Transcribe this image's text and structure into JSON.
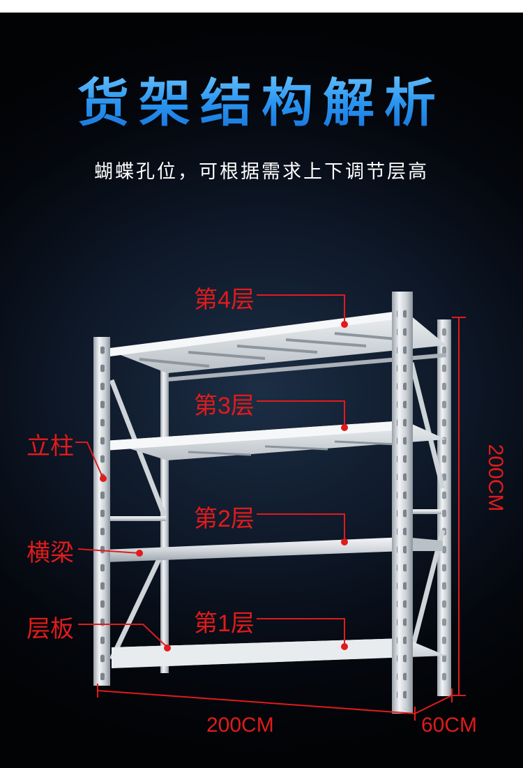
{
  "header": {
    "title": "货架结构解析",
    "subtitle": "蝴蝶孔位，可根据需求上下调节层高"
  },
  "labels": {
    "layer4": "第4层",
    "layer3": "第3层",
    "layer2": "第2层",
    "layer1": "第1层",
    "column": "立柱",
    "beam": "横梁",
    "shelf_board": "层板"
  },
  "dimensions": {
    "height": "200CM",
    "width": "200CM",
    "depth": "60CM"
  },
  "colors": {
    "title": "#2a95f0",
    "annotation": "#e11b1b",
    "steel": "#d8dde2"
  }
}
